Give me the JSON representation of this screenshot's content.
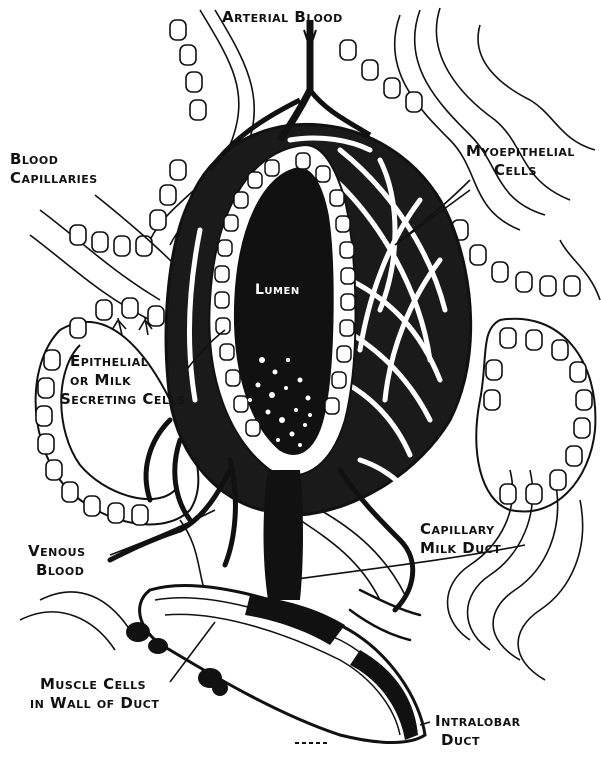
{
  "labels": {
    "arterial_blood": [
      "Arterial Blood"
    ],
    "blood_capillaries": [
      "Blood",
      "Capillaries"
    ],
    "myoepithelial_cells": [
      "Myoepithelial",
      "Cells"
    ],
    "lumen": [
      "Lumen"
    ],
    "epithelial_cells": [
      "Epithelial",
      "or Milk",
      "Secreting Cells"
    ],
    "venous_blood": [
      "Venous",
      "Blood"
    ],
    "capillary_milk_duct": [
      "Capillary",
      "Milk Duct"
    ],
    "muscle_cells": [
      "Muscle Cells",
      "in Wall of Duct"
    ],
    "intralobar_duct": [
      "Intralobar",
      "Duct"
    ]
  },
  "colors": {
    "ink": "#111111",
    "paper": "#ffffff"
  }
}
